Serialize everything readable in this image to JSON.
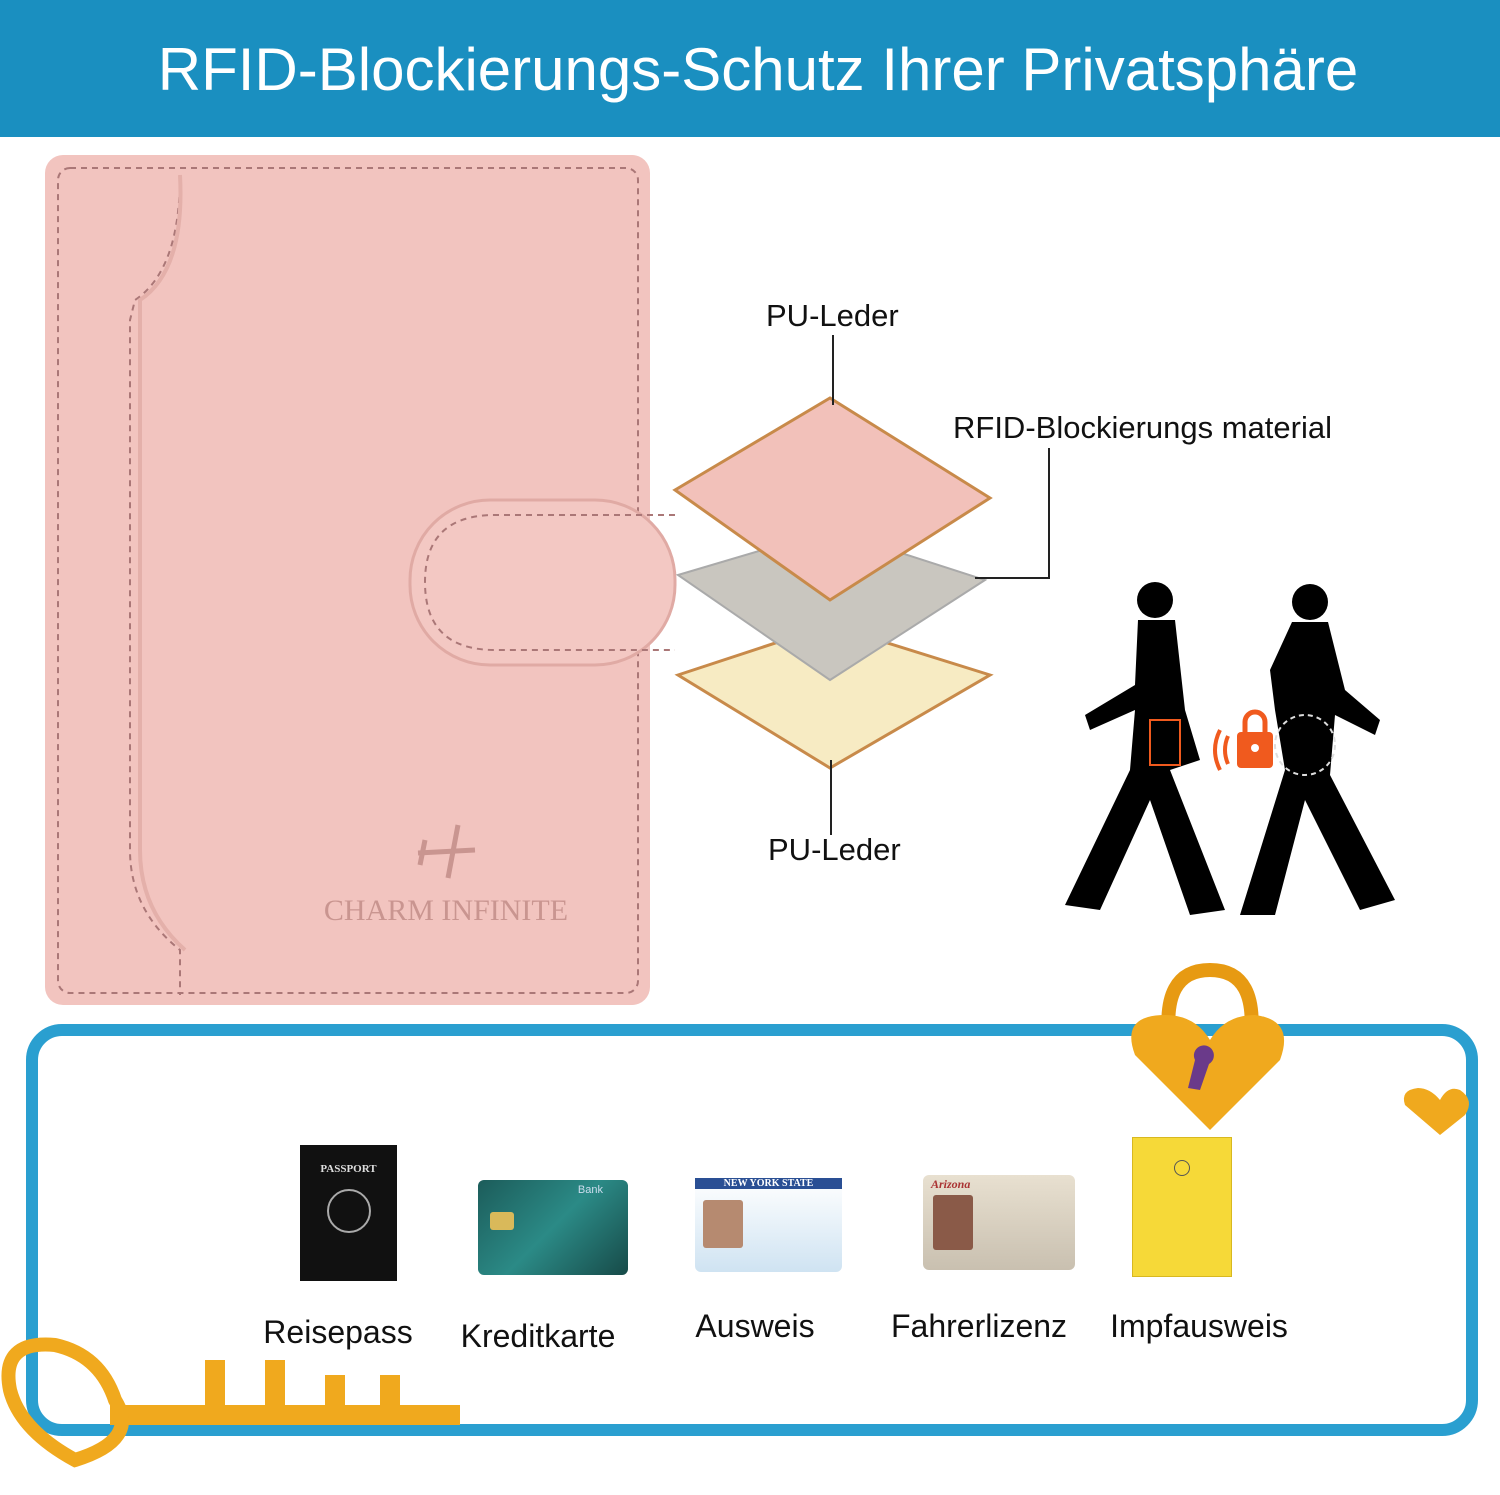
{
  "header": {
    "title": "RFID-Blockierungs-Schutz Ihrer Privatsphäre"
  },
  "wallet": {
    "brand": "CHARM INFINITE",
    "icon": "airplane-icon",
    "color": "#f2c4bf"
  },
  "layers": {
    "top_label": "PU-Leder",
    "middle_label": "RFID-Blockierungs material",
    "bottom_label": "PU-Leder"
  },
  "items": [
    {
      "label": "Reisepass",
      "icon": "passport-icon",
      "print": "PASSPORT"
    },
    {
      "label": "Kreditkarte",
      "icon": "credit-card-icon",
      "print": "Bank"
    },
    {
      "label": "Ausweis",
      "icon": "id-card-icon",
      "print": "NEW YORK STATE"
    },
    {
      "label": "Fahrerlizenz",
      "icon": "driver-license-icon",
      "print": "Arizona"
    },
    {
      "label": "Impfausweis",
      "icon": "vaccination-card-icon"
    }
  ],
  "colors": {
    "header": "#1a8fc0",
    "frame": "#2a9fd0",
    "gold": "#f0a91e",
    "lock": "#f05a1e"
  }
}
